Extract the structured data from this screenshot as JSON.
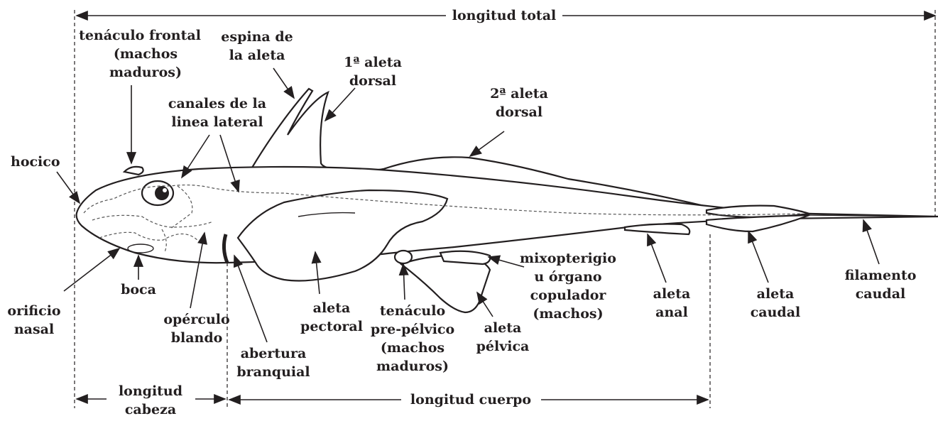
{
  "labels": {
    "total_length": "longitud total",
    "frontal_tenaculum": [
      "tenáculo frontal",
      "(machos",
      "maduros)"
    ],
    "fin_spine": [
      "espina de",
      "la aleta"
    ],
    "first_dorsal_fin": [
      "1ª aleta",
      "dorsal"
    ],
    "second_dorsal_fin": [
      "2ª aleta",
      "dorsal"
    ],
    "lateral_line_canals": [
      "canales de la",
      "linea lateral"
    ],
    "snout": "hocico",
    "nasal_opening": [
      "orificio",
      "nasal"
    ],
    "mouth": "boca",
    "soft_operculum": [
      "opérculo",
      "blando"
    ],
    "gill_opening": [
      "abertura",
      "branquial"
    ],
    "pectoral_fin": [
      "aleta",
      "pectoral"
    ],
    "prepelvic_tenaculum": [
      "tenáculo",
      "pre-pélvico",
      "(machos",
      "maduros)"
    ],
    "pelvic_fin": [
      "aleta",
      "pélvica"
    ],
    "clasper": [
      "mixopterigio",
      "u órgano",
      "copulador",
      "(machos)"
    ],
    "anal_fin": [
      "aleta",
      "anal"
    ],
    "caudal_fin": [
      "aleta",
      "caudal"
    ],
    "caudal_filament": [
      "filamento",
      "caudal"
    ],
    "head_length": [
      "longitud",
      "cabeza"
    ],
    "body_length": "longitud cuerpo"
  }
}
